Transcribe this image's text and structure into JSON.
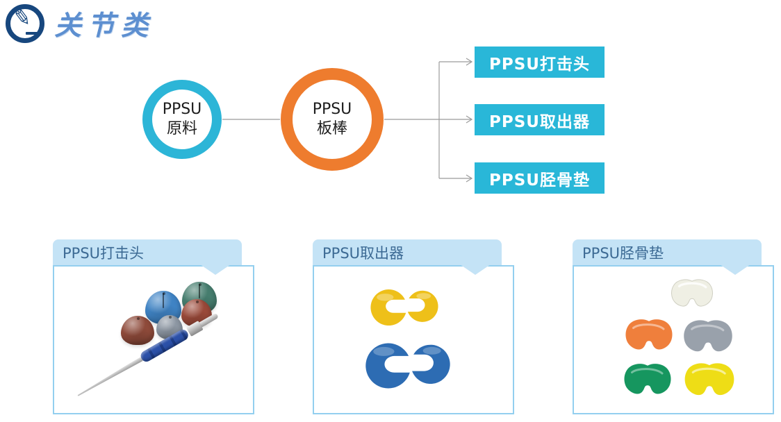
{
  "brand": {
    "logo_icon": "pencil-icon",
    "title": "关节类"
  },
  "flow": {
    "nodes": [
      {
        "line1": "PPSU",
        "line2": "原料",
        "ring_color": "#2cb5d7"
      },
      {
        "line1": "PPSU",
        "line2": "板棒",
        "ring_color": "#ee7c2e"
      }
    ],
    "outputs": [
      {
        "label": "PPSU打击头"
      },
      {
        "label": "PPSU取出器"
      },
      {
        "label": "PPSU胫骨垫"
      }
    ],
    "output_box_color": "#29b7d8",
    "connector_color": "#9b9b9b"
  },
  "cards": [
    {
      "title": "PPSU打击头",
      "image_alt": "five colored PPSU mallet striking heads with a blue-grip handle instrument",
      "item_colors": {
        "dome_teal": "#467d6e",
        "dome_blue": "#3f83c4",
        "dome_maroon": "#9a4939",
        "dome_gray": "#8d97a3",
        "dome_brown": "#8e4a3a",
        "grip_blue": "#2b50a8"
      }
    },
    {
      "title": "PPSU取出器",
      "image_alt": "yellow and blue PPSU extractor pairs",
      "item_colors": {
        "yellow": "#eec019",
        "blue": "#2d6cb3"
      }
    },
    {
      "title": "PPSU胫骨垫",
      "image_alt": "five colored PPSU tibial insert trials",
      "item_colors": {
        "white": "#efefe4",
        "orange": "#ef7f3c",
        "gray": "#99a1ab",
        "green": "#16965f",
        "yellow": "#eedd16"
      }
    }
  ],
  "theme": {
    "card_header_bg": "#c4e3f6",
    "card_border": "#93cfef",
    "card_title_color": "#3c6a94",
    "logo_navy": "#17477e",
    "brand_blue": "#5d8fd0",
    "background": "#ffffff"
  }
}
